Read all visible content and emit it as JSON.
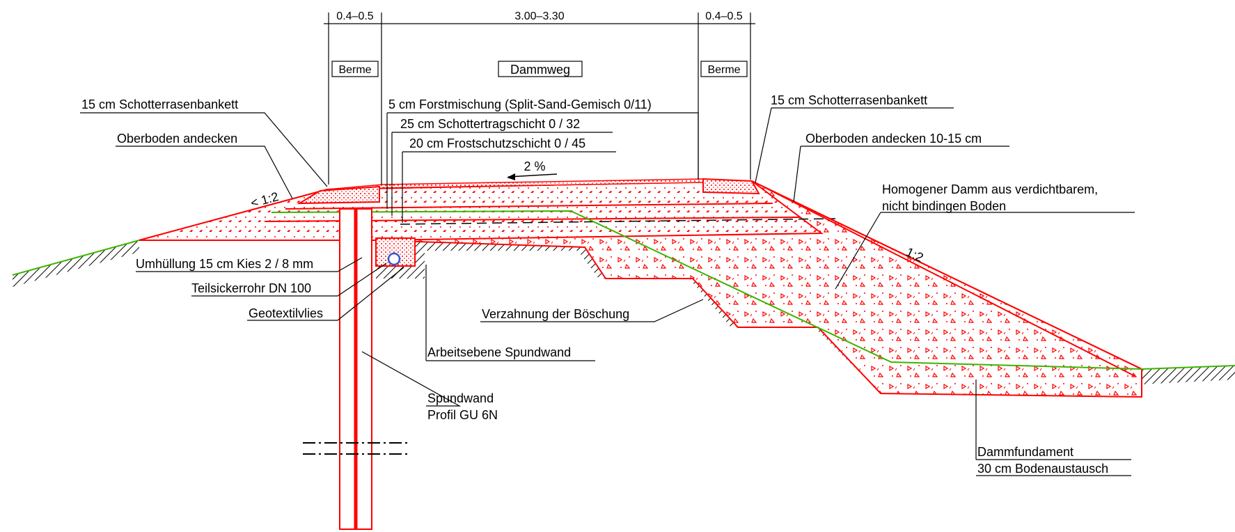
{
  "dimensions": {
    "left_berme": "0.4–0.5",
    "path_width": "3.00–3.30",
    "right_berme": "0.4–0.5"
  },
  "zones": {
    "left_berme": "Berme",
    "path": "Dammweg",
    "right_berme": "Berme"
  },
  "slopes": {
    "left": "< 1:2",
    "right": "1:2",
    "crossfall": "2 %"
  },
  "labels": {
    "left_bankett": "15 cm Schotterrasenbankett",
    "left_topsoil": "Oberboden andecken",
    "forst": "5 cm Forstmischung (Split-Sand-Gemisch 0/11)",
    "schotter": "25 cm Schottertragschicht 0 / 32",
    "frost": "20 cm Frostschutzschicht 0 / 45",
    "right_bankett": "15 cm Schotterrasenbankett",
    "right_topsoil": "Oberboden andecken 10-15 cm",
    "dam_line1": "Homogener Damm aus verdichtbarem,",
    "dam_line2": "nicht bindingen Boden",
    "gravel": "Umhüllung 15 cm Kies 2 / 8 mm",
    "pipe": "Teilsickerrohr DN 100",
    "geotextile": "Geotextilvlies",
    "toothing": "Verzahnung der Böschung",
    "work_level": "Arbeitsebene Spundwand",
    "sheet_pile_line1": "Spundwand",
    "sheet_pile_line2": "Profil GU 6N",
    "foundation_line1": "Dammfundament",
    "foundation_line2": "30 cm Bodenaustausch"
  },
  "colors": {
    "fill_red": "#ff0000",
    "grass_green": "#3cb400",
    "linework": "#000000"
  }
}
